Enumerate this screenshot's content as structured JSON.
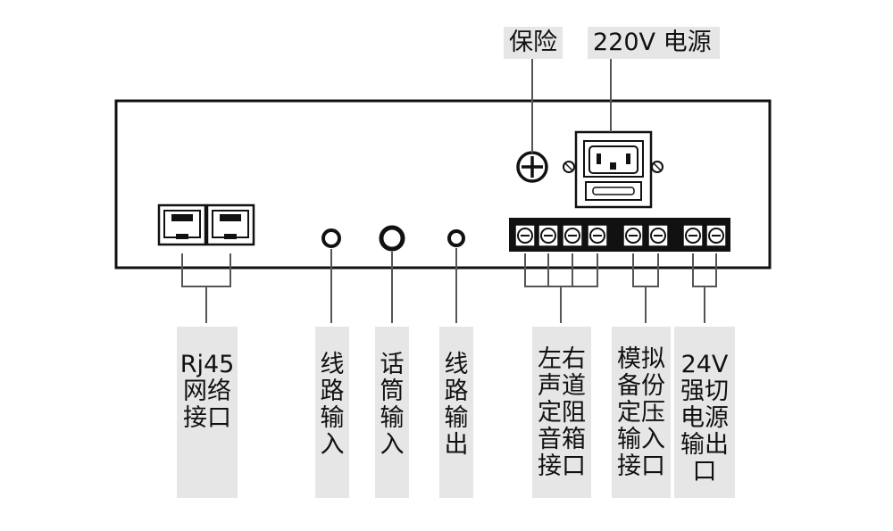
{
  "top_labels": {
    "fuse": "保险",
    "power": "220V 电源"
  },
  "labels": {
    "rj45": [
      "Rj45",
      "网络",
      "接口"
    ],
    "line_in": "线路输入",
    "mic_in": "话筒输入",
    "line_out": "线路输出",
    "speaker": [
      "左右",
      "声道",
      "定阻",
      "音箱",
      "接口"
    ],
    "analog": [
      "模拟",
      "备份",
      "定压",
      "输入",
      "接口"
    ],
    "switch24": [
      "24V",
      "强切",
      "电源",
      "输出",
      "口"
    ]
  },
  "colors": {
    "line": "#555555",
    "panel_border": "#111111",
    "label_bg": "#e6e6e6"
  },
  "icons": [
    "rj45-port-icon",
    "audio-jack-icon",
    "fuse-holder-icon",
    "iec-power-socket-icon",
    "screw-terminal-icon"
  ]
}
